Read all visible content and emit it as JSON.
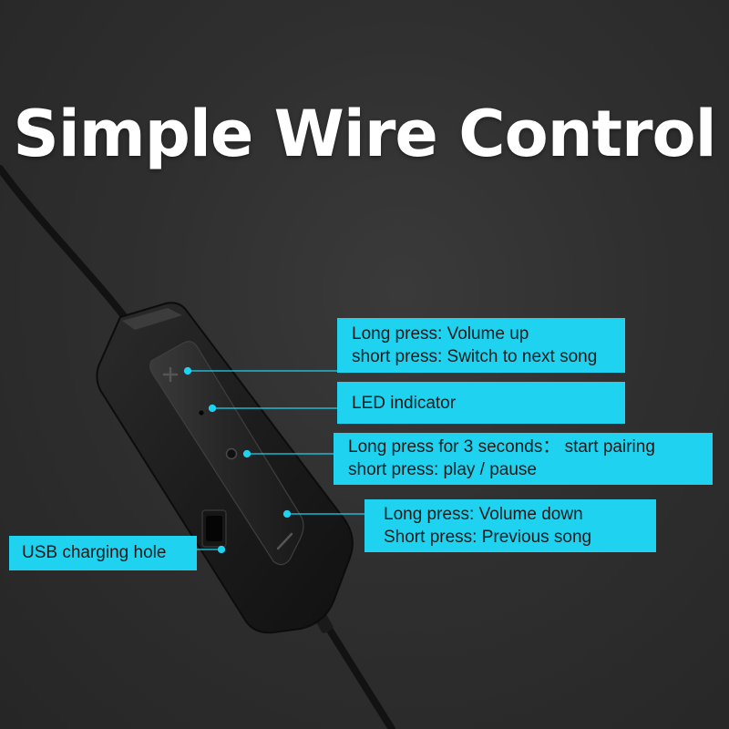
{
  "title": "Simple Wire Control",
  "colors": {
    "background": "#2c2c2c",
    "label_fill": "#1ed2f0",
    "pointer_line": "#1ed2f0",
    "title_text": "#ffffff",
    "label_text": "#1b1b1b"
  },
  "callouts": {
    "volume_up": {
      "line1": "Long press: Volume up",
      "line2": "short press: Switch to next song"
    },
    "led": {
      "line1": "LED indicator"
    },
    "pairing": {
      "line1": "Long press for 3 seconds： start pairing",
      "line2": "short press: play / pause"
    },
    "volume_down": {
      "line1": "Long press: Volume down",
      "line2": "Short press: Previous song"
    },
    "usb": {
      "line1": "USB charging hole"
    }
  },
  "icons": [
    "plus-icon",
    "minus-icon",
    "led-dot-icon",
    "multi-function-button-icon",
    "usb-port-icon"
  ]
}
